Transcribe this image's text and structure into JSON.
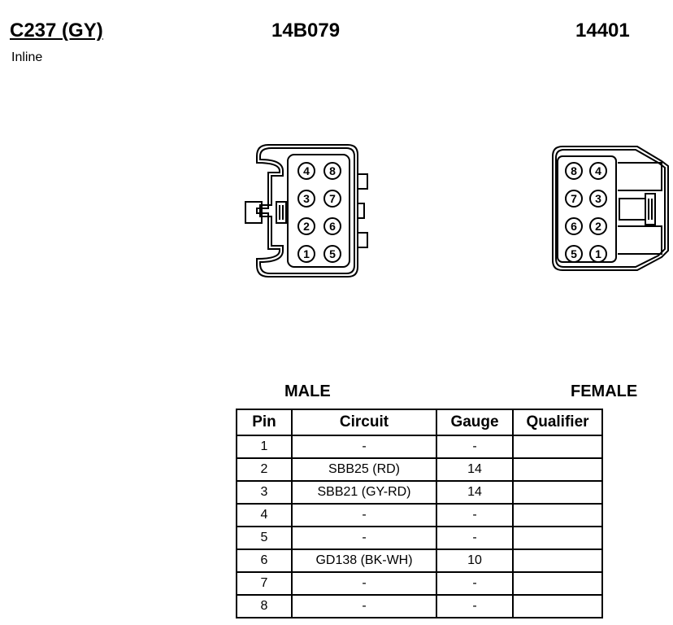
{
  "header": {
    "connector_id": "C237 (GY)",
    "location": "Inline",
    "part_number_male": "14B079",
    "part_number_female": "14401"
  },
  "male_connector": {
    "view_label": "MALE",
    "pin_rows": [
      [
        "4",
        "8"
      ],
      [
        "3",
        "7"
      ],
      [
        "2",
        "6"
      ],
      [
        "1",
        "5"
      ]
    ]
  },
  "female_connector": {
    "view_label": "FEMALE",
    "pin_rows": [
      [
        "8",
        "4"
      ],
      [
        "7",
        "3"
      ],
      [
        "6",
        "2"
      ],
      [
        "5",
        "1"
      ]
    ]
  },
  "pin_table": {
    "headers": [
      "Pin",
      "Circuit",
      "Gauge",
      "Qualifier"
    ],
    "rows": [
      {
        "pin": "1",
        "circuit": "-",
        "gauge": "-",
        "qualifier": ""
      },
      {
        "pin": "2",
        "circuit": "SBB25 (RD)",
        "gauge": "14",
        "qualifier": ""
      },
      {
        "pin": "3",
        "circuit": "SBB21 (GY-RD)",
        "gauge": "14",
        "qualifier": ""
      },
      {
        "pin": "4",
        "circuit": "-",
        "gauge": "-",
        "qualifier": ""
      },
      {
        "pin": "5",
        "circuit": "-",
        "gauge": "-",
        "qualifier": ""
      },
      {
        "pin": "6",
        "circuit": "GD138 (BK-WH)",
        "gauge": "10",
        "qualifier": ""
      },
      {
        "pin": "7",
        "circuit": "-",
        "gauge": "-",
        "qualifier": ""
      },
      {
        "pin": "8",
        "circuit": "-",
        "gauge": "-",
        "qualifier": ""
      }
    ]
  }
}
